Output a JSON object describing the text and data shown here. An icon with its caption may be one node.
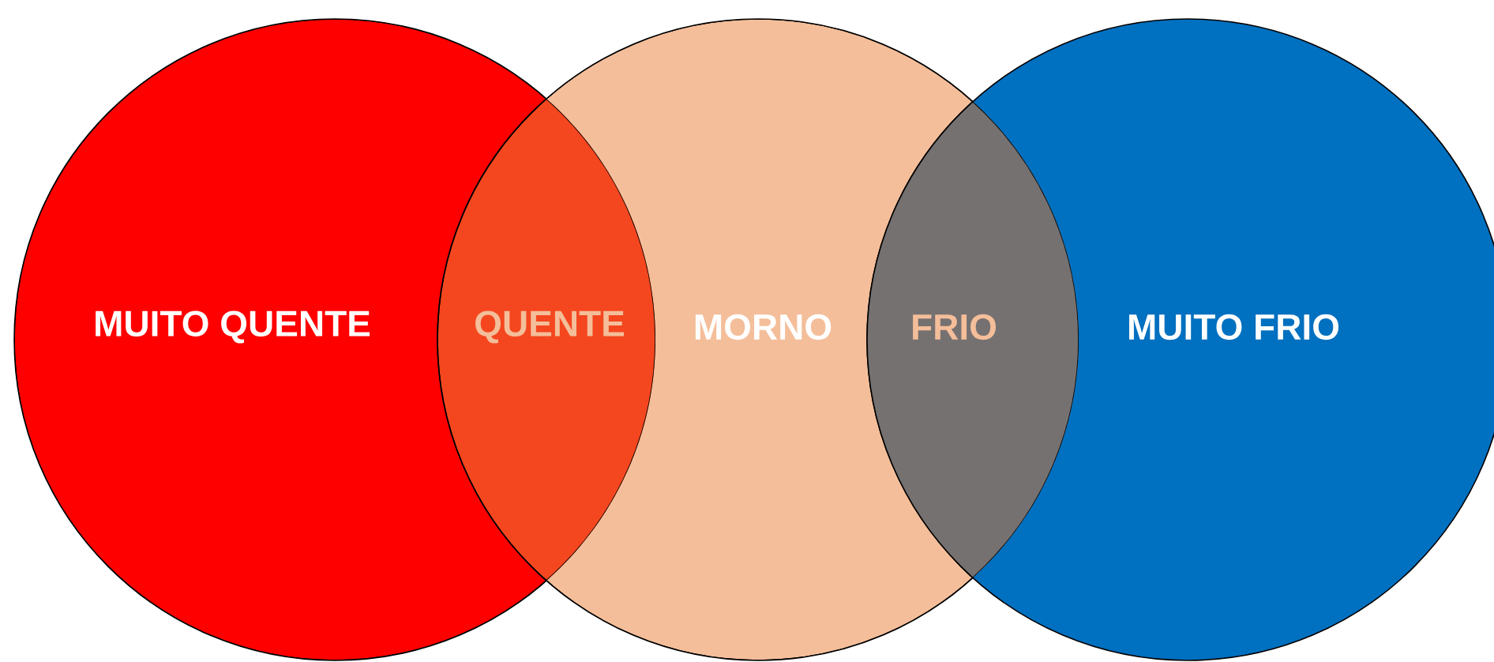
{
  "diagram": {
    "nodes": [
      {
        "text": [
          "MUITO QUENTE"
        ]
      },
      {
        "text": [
          "MORNO"
        ]
      },
      {
        "text": [
          "MUITO FRIO"
        ]
      }
    ],
    "labels": [
      "QUENTE",
      "FRIO"
    ]
  }
}
